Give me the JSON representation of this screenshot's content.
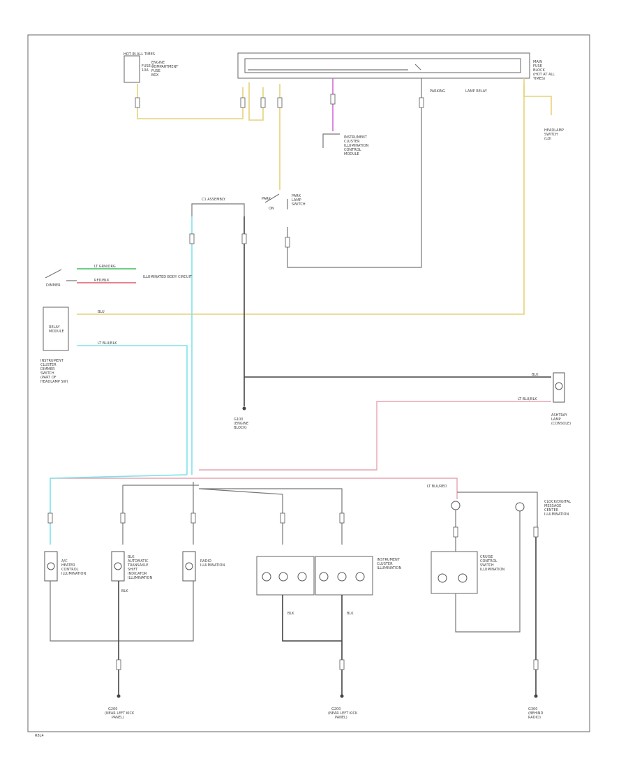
{
  "labels": {
    "top_left_box": [
      "HOT IN ALL TIMES",
      "FUSE 1",
      "10A"
    ],
    "under_hood_fuse": [
      "ENGINE",
      "COMPARTMENT",
      "FUSE",
      "BOX"
    ],
    "junction_block": [
      "MAIN",
      "FUSE",
      "BLOCK",
      "(HOT AT ALL",
      "TIMES)"
    ],
    "top_mid_note": [
      "PARKING",
      "LAMP RELAY"
    ],
    "top_right_label": [
      "FUSE",
      "BLOCK",
      "HOT AT",
      "ALL TIMES"
    ],
    "top_far_right": [
      "HEADLAMP",
      "SWITCH",
      "(LO)"
    ],
    "mid_right_label": [
      "INSTRUMENT",
      "CLUSTER",
      "ILLUMINATION",
      "CONTROL",
      "MODULE"
    ],
    "dimmer_switch": [
      "PARK",
      "LAMP",
      "SWITCH"
    ],
    "dimmer_side": [
      "PARK",
      "ON"
    ],
    "wire_top_mid": "C1 ASSEMBLY",
    "switch_label": "DIMMER",
    "switch_wire1": "LT GRN/ORG",
    "switch_wire2": "RED/BLK",
    "switch_dest": "ILLUMINATED BODY CIRCUIT",
    "relay_box": [
      "RELAY",
      "MODULE"
    ],
    "relay_wire1": "BLU",
    "relay_wire2": "LT BLU/BLK",
    "left_mid_label": [
      "INSTRUMENT",
      "CLUSTER",
      "DIMMER",
      "SWITCH",
      "(PART OF",
      "HEADLAMP SW)"
    ],
    "ground_mid": [
      "G100",
      "(ENGINE",
      "BLOCK)"
    ],
    "right_lamp_wires": [
      "BLK",
      "LT BLU/BLK"
    ],
    "right_lamp_label": [
      "ASHTRAY",
      "LAMP",
      "(CONSOLE)"
    ],
    "bottom_lamp1": [
      "A/C",
      "HEATER",
      "CONTROL",
      "ILLUMINATION"
    ],
    "bottom_lamp2": [
      "BLK",
      "AUTOMATIC",
      "TRANSAXLE",
      "SHIFT",
      "INDICATOR",
      "ILLUMINATION"
    ],
    "bottom_lamp3": [
      "RADIO",
      "ILLUMINATION"
    ],
    "bottom_lamp4": [
      "INSTRUMENT",
      "CLUSTER",
      "ILLUMINATION"
    ],
    "bottom_lamp5": [
      "CRUISE",
      "CONTROL",
      "SWITCH",
      "ILLUMINATION"
    ],
    "bottom_right_top": [
      "LT BLU/RED"
    ],
    "bottom_right_label": [
      "CLOCK/DIGITAL",
      "MESSAGE",
      "CENTER",
      "ILLUMINATION"
    ],
    "wire_blk": "BLK",
    "ground1": [
      "G200",
      "(NEAR LEFT KICK",
      "PANEL)"
    ],
    "ground2": [
      "G200",
      "(NEAR LEFT KICK",
      "PANEL)"
    ],
    "ground3": [
      "G300",
      "(BEHIND",
      "RADIO)"
    ],
    "page_code": "R8L4"
  }
}
